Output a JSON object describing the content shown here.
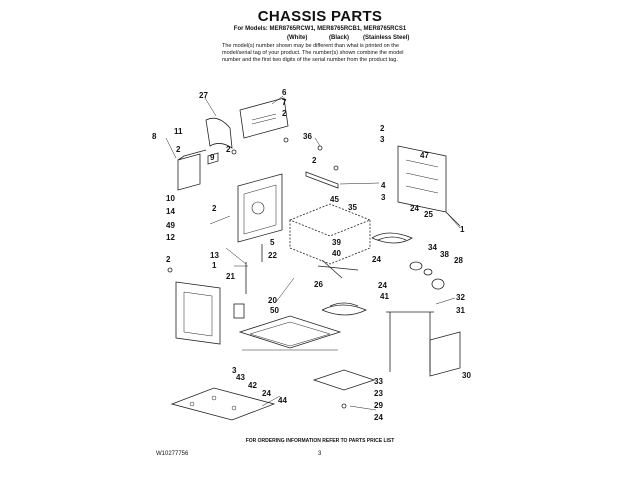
{
  "header": {
    "title": "CHASSIS PARTS",
    "models_line": "For Models: MER8765RCW1, MER8765RCB1, MER8765RCS1",
    "variant_white": "(White)",
    "variant_black": "(Black)",
    "variant_stainless": "(Stainless Steel)",
    "note": "The model(s) number shown may be different than what is printed on the model/serial tag of your product. The number(s) shown combine the model number and the first two digits of the serial number from the product tag."
  },
  "footer": {
    "ordering_note": "FOR ORDERING INFORMATION REFER TO PARTS PRICE LIST",
    "document_number": "W10277756",
    "page_number": "3"
  },
  "callouts": [
    {
      "id": "c27",
      "text": "27"
    },
    {
      "id": "c6",
      "text": "6"
    },
    {
      "id": "c7",
      "text": "7"
    },
    {
      "id": "c2a",
      "text": "2"
    },
    {
      "id": "c8",
      "text": "8"
    },
    {
      "id": "c11",
      "text": "11"
    },
    {
      "id": "c2b",
      "text": "2"
    },
    {
      "id": "c36",
      "text": "36"
    },
    {
      "id": "c9",
      "text": "9"
    },
    {
      "id": "c2c",
      "text": "2"
    },
    {
      "id": "c2d",
      "text": "2"
    },
    {
      "id": "c3a",
      "text": "3"
    },
    {
      "id": "c47",
      "text": "47"
    },
    {
      "id": "c2e",
      "text": "2"
    },
    {
      "id": "c4",
      "text": "4"
    },
    {
      "id": "c10",
      "text": "10"
    },
    {
      "id": "c14",
      "text": "14"
    },
    {
      "id": "c2f",
      "text": "2"
    },
    {
      "id": "c45",
      "text": "45"
    },
    {
      "id": "c35",
      "text": "35"
    },
    {
      "id": "c3b",
      "text": "3"
    },
    {
      "id": "c24a",
      "text": "24"
    },
    {
      "id": "c25",
      "text": "25"
    },
    {
      "id": "c49",
      "text": "49"
    },
    {
      "id": "c12",
      "text": "12"
    },
    {
      "id": "c5",
      "text": "5"
    },
    {
      "id": "c1a",
      "text": "1"
    },
    {
      "id": "c39",
      "text": "39"
    },
    {
      "id": "c40",
      "text": "40"
    },
    {
      "id": "c34",
      "text": "34"
    },
    {
      "id": "c38",
      "text": "38"
    },
    {
      "id": "c28",
      "text": "28"
    },
    {
      "id": "c13",
      "text": "13"
    },
    {
      "id": "c22",
      "text": "22"
    },
    {
      "id": "c2g",
      "text": "2"
    },
    {
      "id": "c1b",
      "text": "1"
    },
    {
      "id": "c21",
      "text": "21"
    },
    {
      "id": "c24b",
      "text": "24"
    },
    {
      "id": "c26",
      "text": "26"
    },
    {
      "id": "c24c",
      "text": "24"
    },
    {
      "id": "c41",
      "text": "41"
    },
    {
      "id": "c32",
      "text": "32"
    },
    {
      "id": "c31",
      "text": "31"
    },
    {
      "id": "c20",
      "text": "20"
    },
    {
      "id": "c50",
      "text": "50"
    },
    {
      "id": "c30",
      "text": "30"
    },
    {
      "id": "c3c",
      "text": "3"
    },
    {
      "id": "c43",
      "text": "43"
    },
    {
      "id": "c42",
      "text": "42"
    },
    {
      "id": "c24d",
      "text": "24"
    },
    {
      "id": "c33",
      "text": "33"
    },
    {
      "id": "c23",
      "text": "23"
    },
    {
      "id": "c44",
      "text": "44"
    },
    {
      "id": "c29",
      "text": "29"
    },
    {
      "id": "c24e",
      "text": "24"
    }
  ]
}
